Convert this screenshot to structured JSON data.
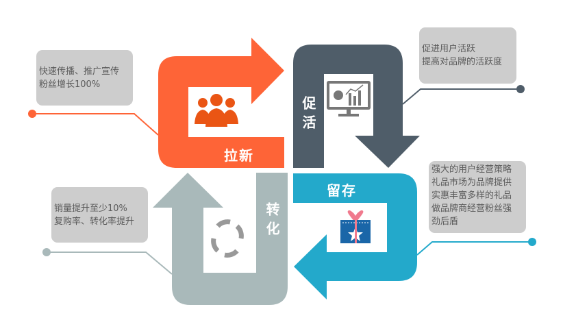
{
  "stages": [
    {
      "id": "acquire",
      "label": "拉新",
      "icon": "users-icon",
      "color": "#fe6437",
      "notes": [
        "快速传播、推广宣传",
        "粉丝增长100%"
      ]
    },
    {
      "id": "activate",
      "label": "促活",
      "icon": "monitor-chart-icon",
      "color": "#4f5d69",
      "notes": [
        "促进用户活跃",
        "提高对品牌的活跃度"
      ]
    },
    {
      "id": "retain",
      "label": "留存",
      "icon": "gift-icon",
      "color": "#23a9cb",
      "notes": [
        "强大的用户经营策略",
        "礼品市场为品牌提供",
        "实惠丰富多样的礼品",
        "做品牌商经营粉丝强",
        "劲后盾"
      ]
    },
    {
      "id": "convert",
      "label": "转化",
      "icon": "refresh-cycle-icon",
      "color": "#a9b9ba",
      "notes": [
        "销量提升至少10%",
        "复购率、转化率提升"
      ]
    }
  ],
  "box_color": "#cdcdcd"
}
